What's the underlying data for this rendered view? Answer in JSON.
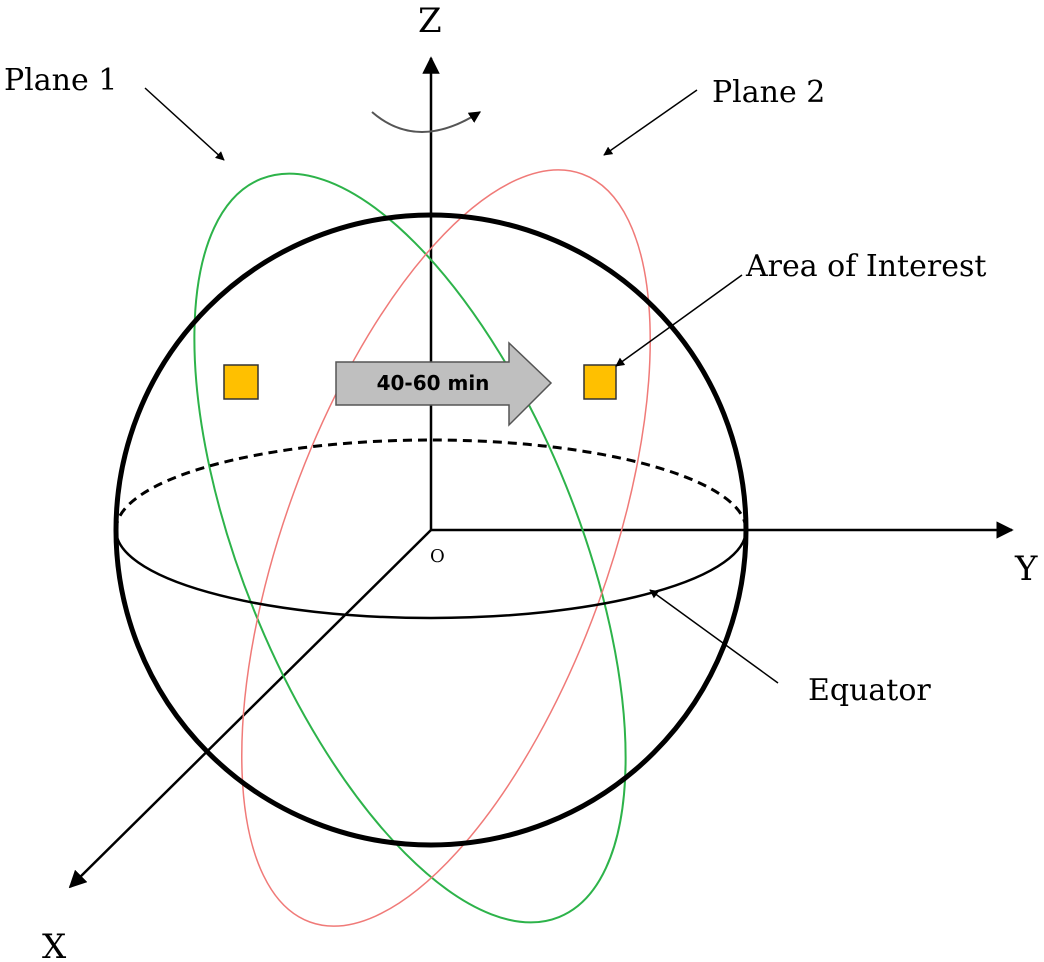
{
  "labels": {
    "plane1": "Plane 1",
    "plane2": "Plane 2",
    "area_of_interest": "Area of Interest",
    "equator": "Equator",
    "axis_z": "Z",
    "axis_y": "Y",
    "axis_x": "X",
    "origin": "O",
    "transit_time": "40-60 min"
  },
  "colors": {
    "plane1": "#2db34a",
    "plane2": "#f07a78",
    "area_of_interest": "#ffc000",
    "transit_arrow": "#bfbfbf",
    "outline": "#000000"
  },
  "icons": {
    "rotation": "rotation-arrow-icon",
    "transit": "right-arrow-icon"
  }
}
